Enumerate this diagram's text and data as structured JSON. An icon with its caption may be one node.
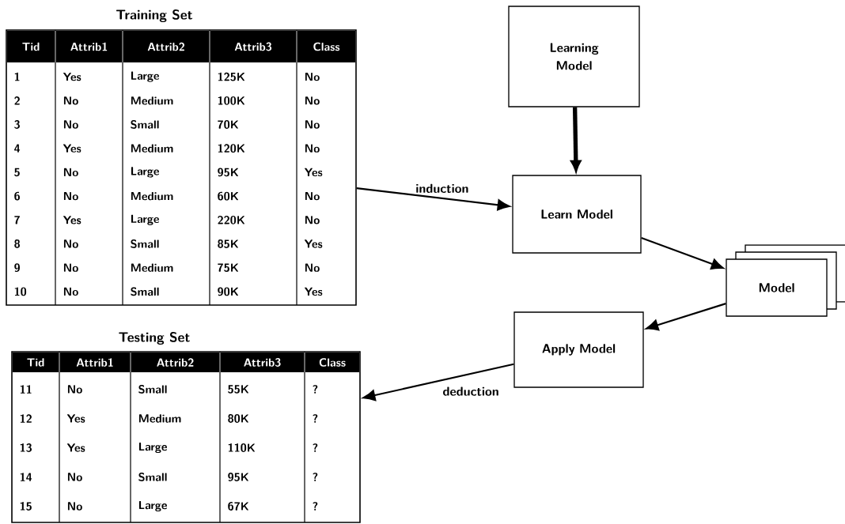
{
  "diagram": {
    "nodes": [
      {
        "text": [
          "Training Set"
        ]
      },
      {
        "text": [
          "Testing Set"
        ]
      },
      {
        "text": [
          "Learning Model"
        ]
      },
      {
        "text": [
          "Learn Model"
        ]
      },
      {
        "text": [
          "Model"
        ]
      },
      {
        "text": [
          "Apply Model"
        ]
      }
    ],
    "edges": [
      {
        "from": 0,
        "to": 3,
        "arrow": "to",
        "label": "induction"
      },
      {
        "from": 2,
        "to": 3,
        "arrow": "to",
        "style": "thick"
      },
      {
        "from": 3,
        "to": 4,
        "arrow": "to"
      },
      {
        "from": 4,
        "to": 5,
        "arrow": "to"
      },
      {
        "from": 5,
        "to": 1,
        "arrow": "to",
        "label": "deduction"
      }
    ],
    "labels": [
      "Tid",
      "Attrib1",
      "Attrib2",
      "Attrib3",
      "Class",
      "1",
      "Yes",
      "Large",
      "125K",
      "No",
      "2",
      "No",
      "Medium",
      "100K",
      "No",
      "3",
      "No",
      "Small",
      "70K",
      "No",
      "4",
      "Yes",
      "Medium",
      "120K",
      "No",
      "5",
      "No",
      "Large",
      "95K",
      "Yes",
      "6",
      "No",
      "Medium",
      "60K",
      "No",
      "7",
      "Yes",
      "Large",
      "220K",
      "No",
      "8",
      "No",
      "Small",
      "85K",
      "Yes",
      "9",
      "No",
      "Medium",
      "75K",
      "No",
      "10",
      "No",
      "Small",
      "90K",
      "Yes",
      "Tid",
      "Attrib1",
      "Attrib2",
      "Attrib3",
      "Class",
      "11",
      "No",
      "Small",
      "55K",
      "?",
      "12",
      "Yes",
      "Medium",
      "80K",
      "?",
      "13",
      "Yes",
      "Large",
      "110K",
      "?",
      "14",
      "No",
      "Small",
      "95K",
      "?",
      "15",
      "No",
      "Large",
      "67K",
      "?"
    ]
  }
}
